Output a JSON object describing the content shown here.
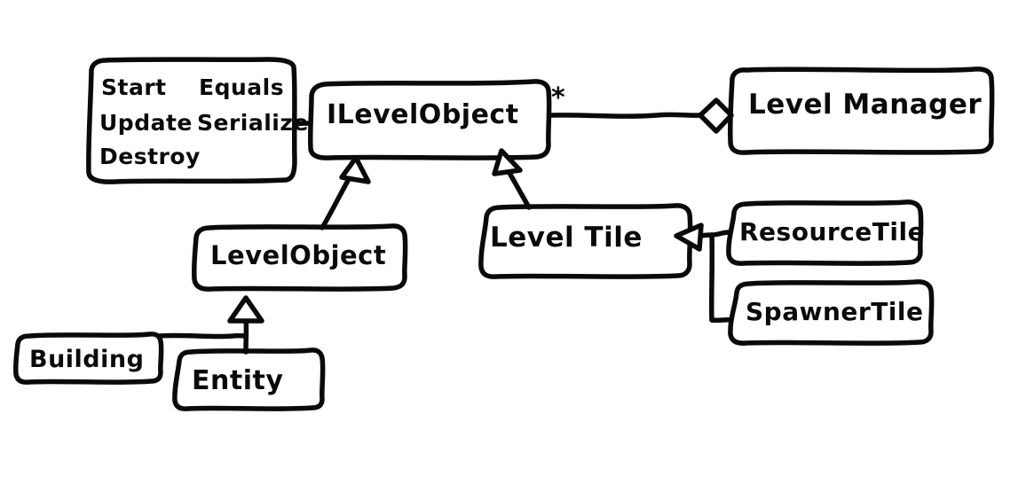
{
  "diagram": {
    "title": "Level system UML class diagram",
    "style": "hand-drawn sketch",
    "background_color": "#ffffff",
    "stroke_color": "#0a0a0a"
  },
  "note": {
    "name": "methods-note",
    "lines": [
      {
        "left": "Start",
        "right": "Equals"
      },
      {
        "left": "Update",
        "right": "Serialize"
      },
      {
        "left": "Destroy",
        "right": ""
      }
    ]
  },
  "classes": {
    "ilevelobject": {
      "label": "ILevelObject"
    },
    "levelmanager": {
      "label": "Level Manager"
    },
    "levelobject": {
      "label": "LevelObject"
    },
    "leveltile": {
      "label": "Level Tile"
    },
    "resourcetile": {
      "label": "ResourceTile"
    },
    "spawnertile": {
      "label": "SpawnerTile"
    },
    "building": {
      "label": "Building"
    },
    "entity": {
      "label": "Entity"
    }
  },
  "relations": {
    "aggregation_multiplicity": "*",
    "items": [
      {
        "from": "methods-note",
        "to": "ILevelObject",
        "type": "note-link"
      },
      {
        "from": "ILevelObject",
        "to": "Level Manager",
        "type": "aggregation",
        "multiplicity": "*"
      },
      {
        "from": "LevelObject",
        "to": "ILevelObject",
        "type": "generalization"
      },
      {
        "from": "Level Tile",
        "to": "ILevelObject",
        "type": "generalization"
      },
      {
        "from": "ResourceTile",
        "to": "Level Tile",
        "type": "generalization"
      },
      {
        "from": "SpawnerTile",
        "to": "Level Tile",
        "type": "generalization"
      },
      {
        "from": "Entity",
        "to": "LevelObject",
        "type": "generalization"
      },
      {
        "from": "Building",
        "to": "LevelObject",
        "type": "generalization"
      }
    ]
  }
}
